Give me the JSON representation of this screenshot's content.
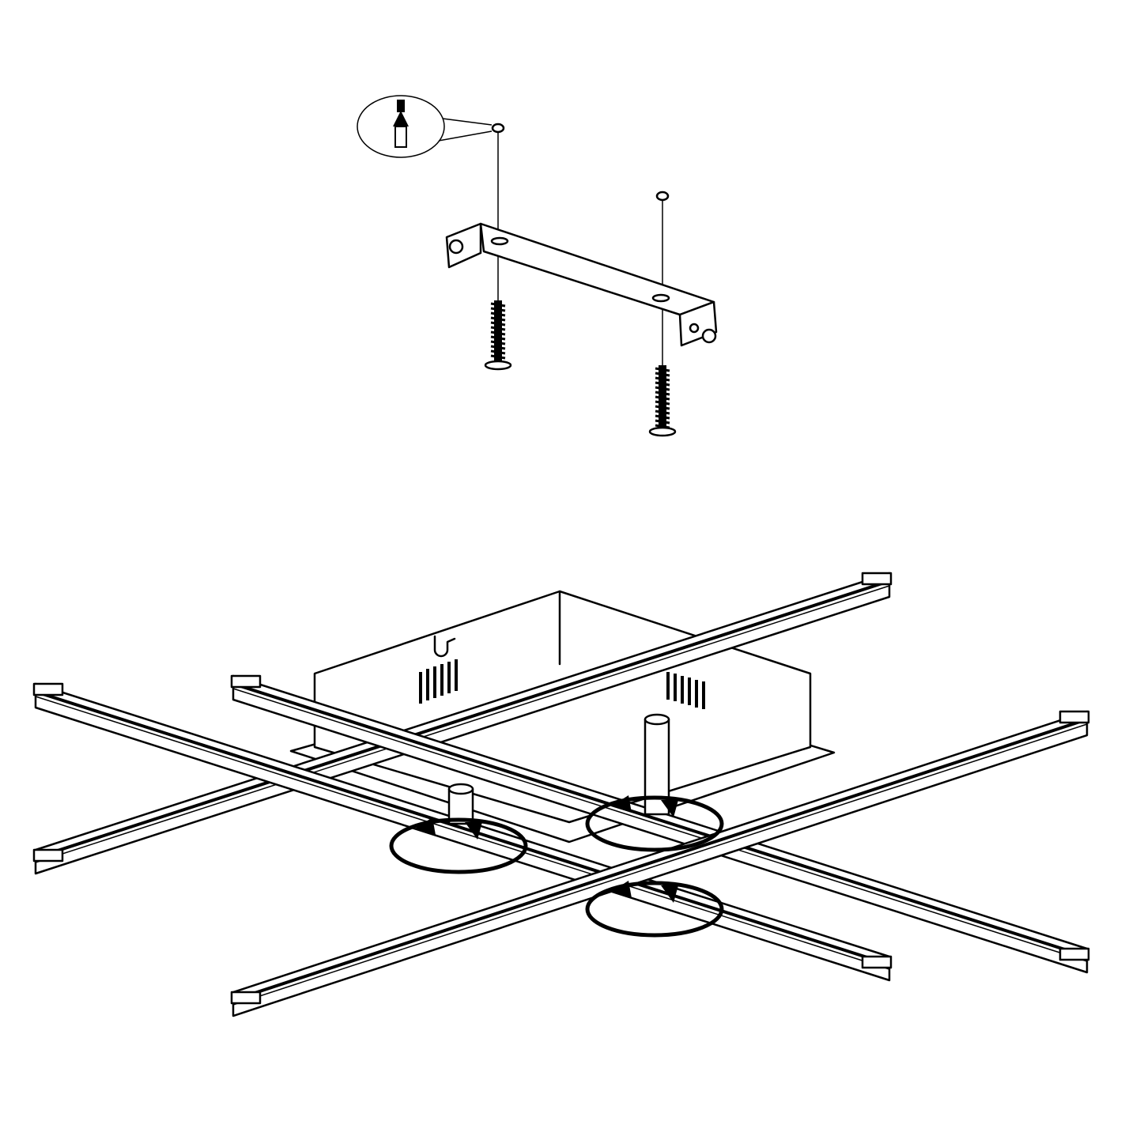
{
  "diagram": {
    "type": "assembly-instruction",
    "line_color": "#000000",
    "background": "#ffffff",
    "parts": [
      "wall-plug-callout",
      "mounting-bracket",
      "screws",
      "ceiling-light-fixture",
      "rotation-arrows"
    ]
  }
}
